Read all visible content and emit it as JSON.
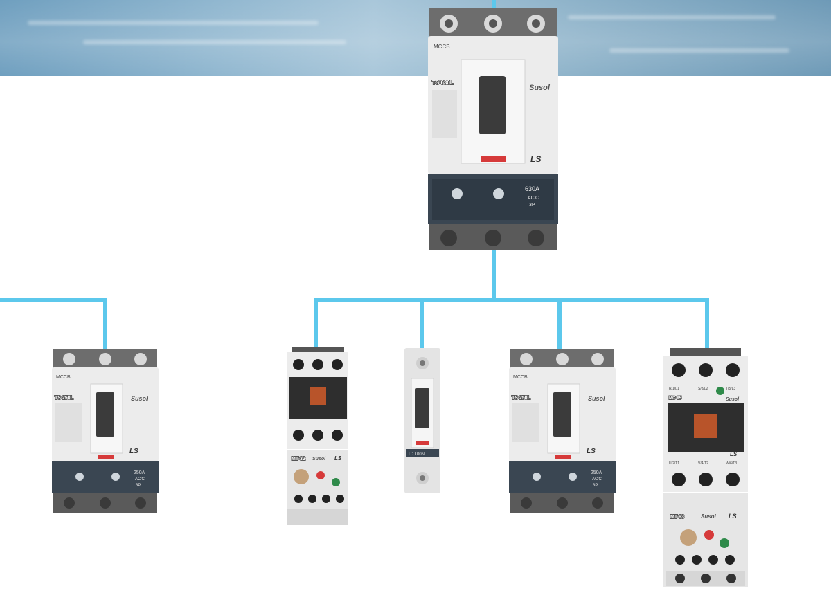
{
  "main_mccb": {
    "model": "TS 630L",
    "type_label": "MCCB",
    "brand": "Susol",
    "maker": "LS",
    "rating": "630A",
    "ac": "AC'C",
    "poles": "3P"
  },
  "left_mccb": {
    "model": "TS 250L",
    "type_label": "MCCB",
    "brand": "Susol",
    "maker": "LS",
    "rating": "250A",
    "ac": "AC'C",
    "poles": "3P"
  },
  "right_mccb": {
    "model": "TS 250L",
    "type_label": "MCCB",
    "brand": "Susol",
    "maker": "LS",
    "rating": "250A",
    "ac": "AC'C",
    "poles": "3P"
  },
  "small_contactor": {
    "relay_model": "MT-32",
    "brand": "Susol",
    "maker": "LS"
  },
  "single_pole": {
    "model": "TD 100N"
  },
  "large_contactor": {
    "model": "MC-85",
    "relay_model": "MT-63",
    "brand": "Susol",
    "maker": "LS",
    "terminals_top": [
      "R/1/L1",
      "S/3/L2",
      "T/5/L3"
    ],
    "terminals_bottom": [
      "U/2/T1",
      "V/4/T2",
      "W/6/T3"
    ]
  },
  "colors": {
    "wire": "#5cc8ec",
    "housing": "#eeeeee",
    "panel": "#3a4652",
    "indicator": "#d63a3a"
  }
}
